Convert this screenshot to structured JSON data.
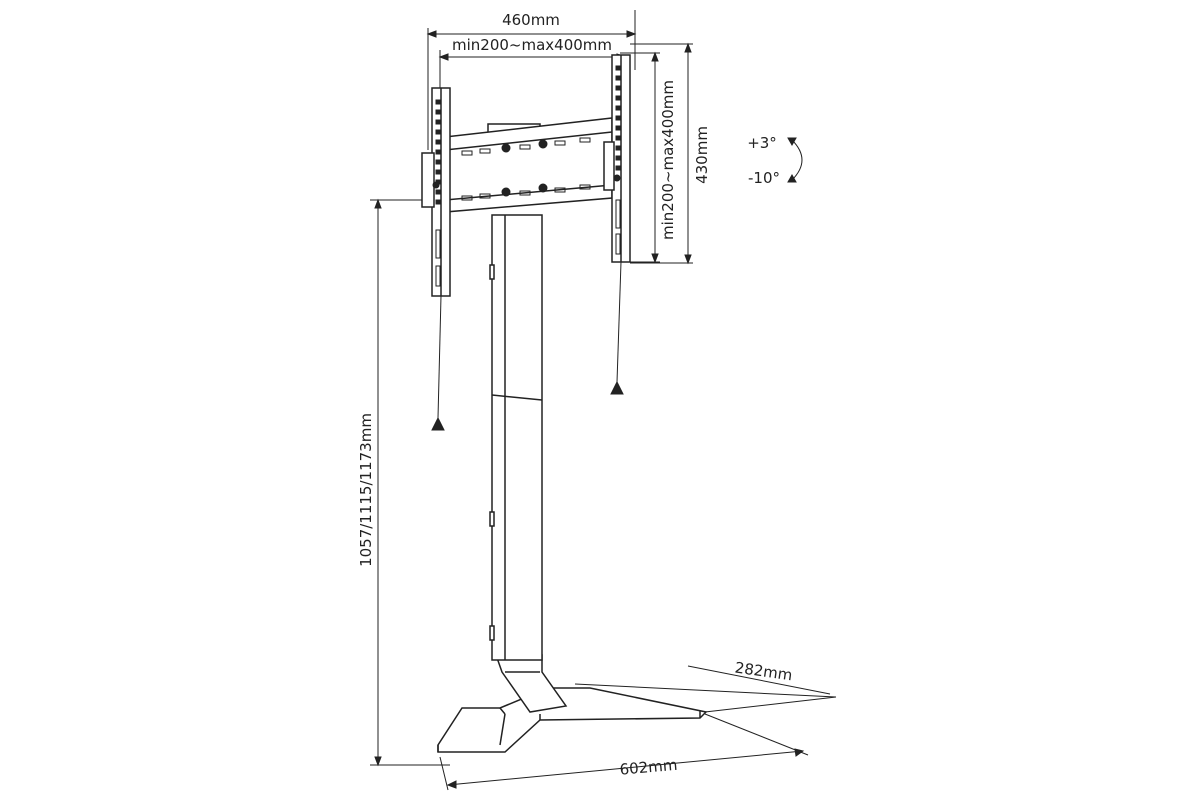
{
  "dimensions": {
    "total_width": "460mm",
    "vesa_horizontal": "min200~max400mm",
    "vesa_vertical": "min200~max400mm",
    "bracket_height": "430mm",
    "tilt_up": "+3°",
    "tilt_down": "-10°",
    "stand_height": "1057/1115/1173mm",
    "base_depth": "282mm",
    "base_width": "602mm"
  },
  "colors": {
    "line": "#222222",
    "background": "#ffffff"
  }
}
